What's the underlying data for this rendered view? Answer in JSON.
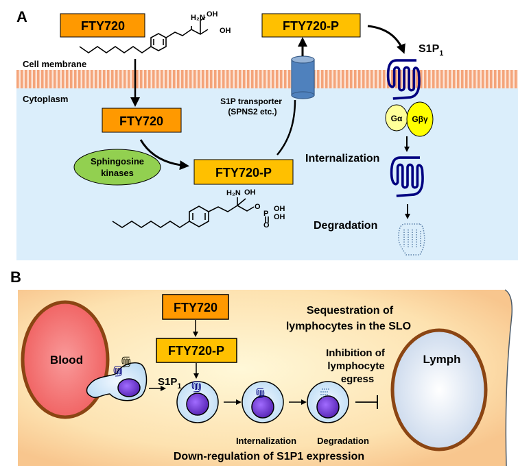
{
  "panel_a": {
    "label": "A",
    "regions": {
      "membrane": "Cell membrane",
      "cytoplasm": "Cytoplasm"
    },
    "boxes": {
      "fty720_outside": "FTY720",
      "fty720_inside": "FTY720",
      "fty720p_inside": "FTY720-P",
      "fty720p_outside": "FTY720-P"
    },
    "enzyme": {
      "line1": "Sphingosine",
      "line2": "kinases"
    },
    "transporter": {
      "line1": "S1P transporter",
      "line2": "(SPNS2 etc.)"
    },
    "receptor": {
      "name": "S1P",
      "subscript": "1"
    },
    "g_proteins": {
      "alpha": "Gα",
      "betagamma": "Gβγ"
    },
    "steps": {
      "internalization": "Internalization",
      "degradation": "Degradation"
    },
    "chem": {
      "h2n": "H₂N",
      "oh": "OH",
      "o": "O",
      "p": "P"
    }
  },
  "panel_b": {
    "label": "B",
    "boxes": {
      "fty720": "FTY720",
      "fty720p": "FTY720-P"
    },
    "blood": "Blood",
    "lymph": "Lymph",
    "receptor": {
      "name": "S1P",
      "subscript": "1"
    },
    "sequestration": {
      "line1": "Sequestration of",
      "line2": "lymphocytes in the SLO"
    },
    "inhibition": {
      "line1": "Inhibition of",
      "line2": "lymphocyte",
      "line3": "egress"
    },
    "steps": {
      "internalization": "Internalization",
      "degradation": "Degradation"
    },
    "footer": "Down-regulation of S1P1 expression"
  },
  "colors": {
    "fty720_box": "#ff9900",
    "fty720p_box": "#ffc000",
    "cytoplasm": "#dbeefb",
    "membrane": "#f4a47a",
    "receptor": "#000080",
    "enzyme": "#92d050",
    "g_alpha": "#ffff99",
    "g_betagamma": "#ffff00",
    "blood": "#f47474",
    "vessel_border": "#8b4513",
    "nucleus": "#7b3fe0"
  }
}
